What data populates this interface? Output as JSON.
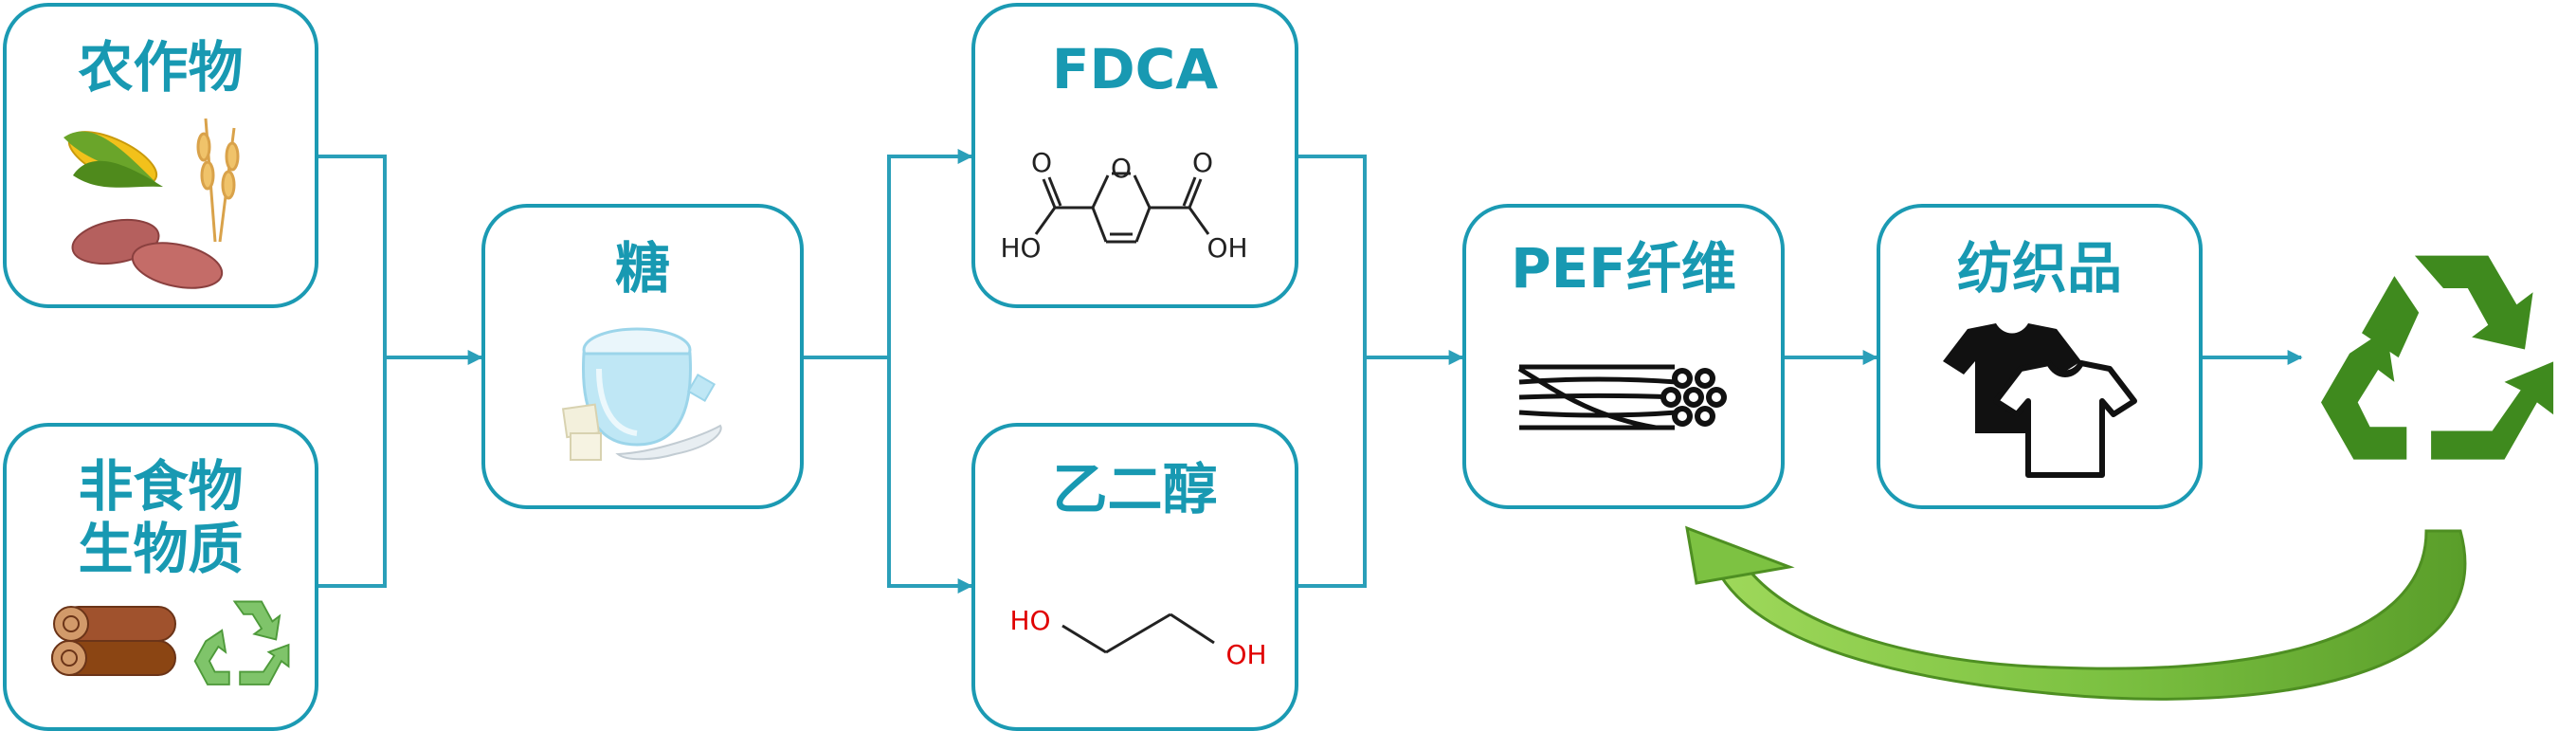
{
  "nodes": {
    "crops": {
      "title": "农作物"
    },
    "non_food_biomass": {
      "title_line1": "非食物",
      "title_line2": "生物质"
    },
    "sugar": {
      "title": "糖"
    },
    "fdca": {
      "title": "FDCA",
      "atoms": {
        "ring_o": "O",
        "left_o": "O",
        "right_o": "O",
        "left_oh": "HO",
        "right_oh": "OH"
      }
    },
    "ethylene_glycol": {
      "title": "乙二醇",
      "atoms": {
        "left_oh": "HO",
        "right_oh": "OH"
      }
    },
    "pef_fiber": {
      "title": "PEF纤维"
    },
    "textiles": {
      "title": "纺织品"
    }
  },
  "colors": {
    "node_border": "#1b9ab3",
    "title_text": "#1899b2",
    "connector": "#2a9fb9",
    "recycle_green": "#3f8a1e",
    "loop_arrow": "#7dc242",
    "hydroxyl_red": "#e00000"
  },
  "icons": [
    "corn-icon",
    "wheat-icon",
    "sweet-potato-icon",
    "sugar-bowl-icon",
    "log-icon",
    "recycle-icon",
    "fiber-bundle-icon",
    "t-shirt-icon"
  ]
}
